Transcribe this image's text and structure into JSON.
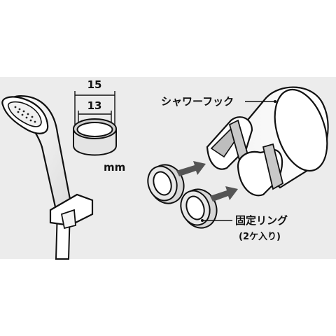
{
  "dimensions": {
    "outer": "15",
    "inner": "13",
    "unit": "mm"
  },
  "labels": {
    "shower_hook": "シャワーフック",
    "fixing_ring": "固定リング",
    "fixing_ring_qty": "(2ケ入り)"
  },
  "colors": {
    "panel_bg": "#ececec",
    "ring_fill": "#d8d8d8",
    "line": "#111111",
    "arrow": "#555555"
  }
}
